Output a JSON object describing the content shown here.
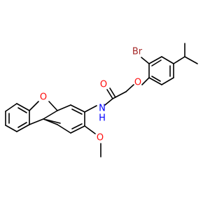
{
  "molecule": {
    "atoms": {
      "oxygen_ether": {
        "label": "O",
        "color": "#ff0d0d"
      },
      "oxygen_furan": {
        "label": "O",
        "color": "#ff0d0d"
      },
      "oxygen_carbonyl": {
        "label": "O",
        "color": "#ff0d0d"
      },
      "oxygen_methoxy": {
        "label": "O",
        "color": "#ff0d0d"
      },
      "bromine": {
        "label": "Br",
        "color": "#a62929"
      },
      "amide_nitrogen": {
        "label": "N",
        "color": "#0000ff"
      },
      "amide_hydrogen": {
        "label": "H",
        "color": "#0000ff"
      }
    },
    "bond_color": "#000000",
    "background": "#ffffff"
  }
}
